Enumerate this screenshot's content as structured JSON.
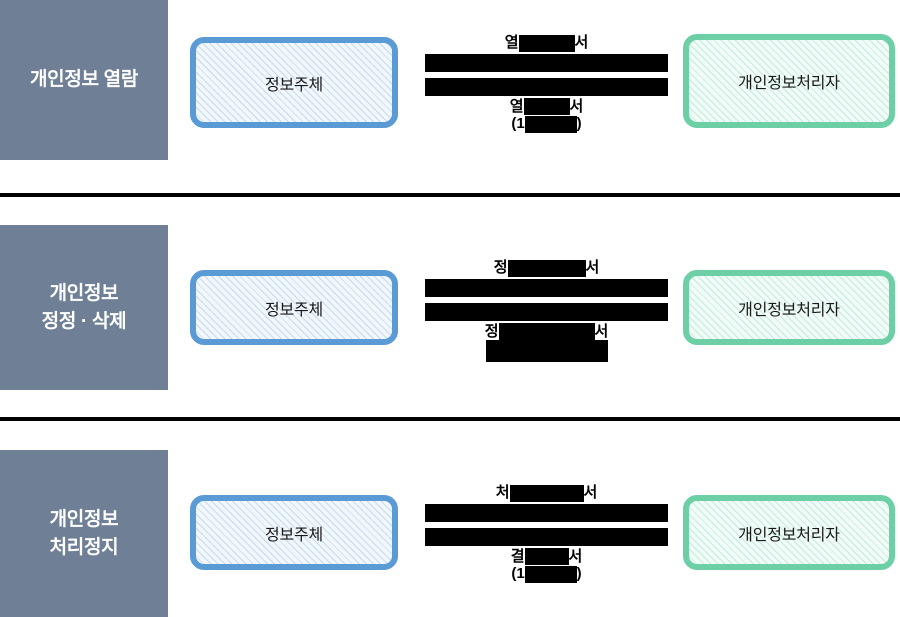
{
  "diagram": {
    "title_note": "개인정보 권리행사 절차 흐름도",
    "colors": {
      "category_bg": "#6F8096",
      "category_text": "#FFFFFF",
      "subject_border": "#5B9BD5",
      "subject_fill": "#F2F7FC",
      "controller_border": "#6DCFA5",
      "controller_fill": "#F1FBF7",
      "redaction": "#000000",
      "divider": "#000000"
    },
    "rows": [
      {
        "category": "개인정보 열람",
        "left_party": "정보주체",
        "right_party": "개인정보처리자",
        "caption_top_prefix": "열",
        "caption_top_suffix": "서",
        "caption_bottom_prefix": "열",
        "caption_bottom_suffix": "서",
        "caption_bottom_note_prefix": "(1",
        "caption_bottom_note_suffix": ")",
        "has_bottom_note": true,
        "has_redact_block": false
      },
      {
        "category": "개인정보\n정정 · 삭제",
        "left_party": "정보주체",
        "right_party": "개인정보처리자",
        "caption_top_prefix": "정",
        "caption_top_suffix": "서",
        "caption_bottom_prefix": "정",
        "caption_bottom_suffix": "서",
        "caption_bottom_note_prefix": "",
        "caption_bottom_note_suffix": "",
        "has_bottom_note": false,
        "has_redact_block": true
      },
      {
        "category": "개인정보\n처리정지",
        "left_party": "정보주체",
        "right_party": "개인정보처리자",
        "caption_top_prefix": "처",
        "caption_top_suffix": "서",
        "caption_bottom_prefix": "결",
        "caption_bottom_suffix": "서",
        "caption_bottom_note_prefix": "(1",
        "caption_bottom_note_suffix": ")",
        "has_bottom_note": true,
        "has_redact_block": false
      }
    ]
  }
}
